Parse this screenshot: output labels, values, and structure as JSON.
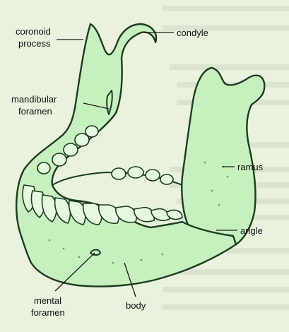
{
  "colors": {
    "page_background": "#e8f2dc",
    "bone_fill": "#c6f0be",
    "outline": "#1f3a22",
    "label_text": "#111111"
  },
  "labels": {
    "coronoid_process_line1": "coronoid",
    "coronoid_process_line2": "process",
    "condyle": "condyle",
    "mandibular_foramen_line1": "mandibular",
    "mandibular_foramen_line2": "foramen",
    "ramus": "ramus",
    "angle": "angle",
    "mental_foramen_line1": "mental",
    "mental_foramen_line2": "foramen",
    "body": "body"
  }
}
